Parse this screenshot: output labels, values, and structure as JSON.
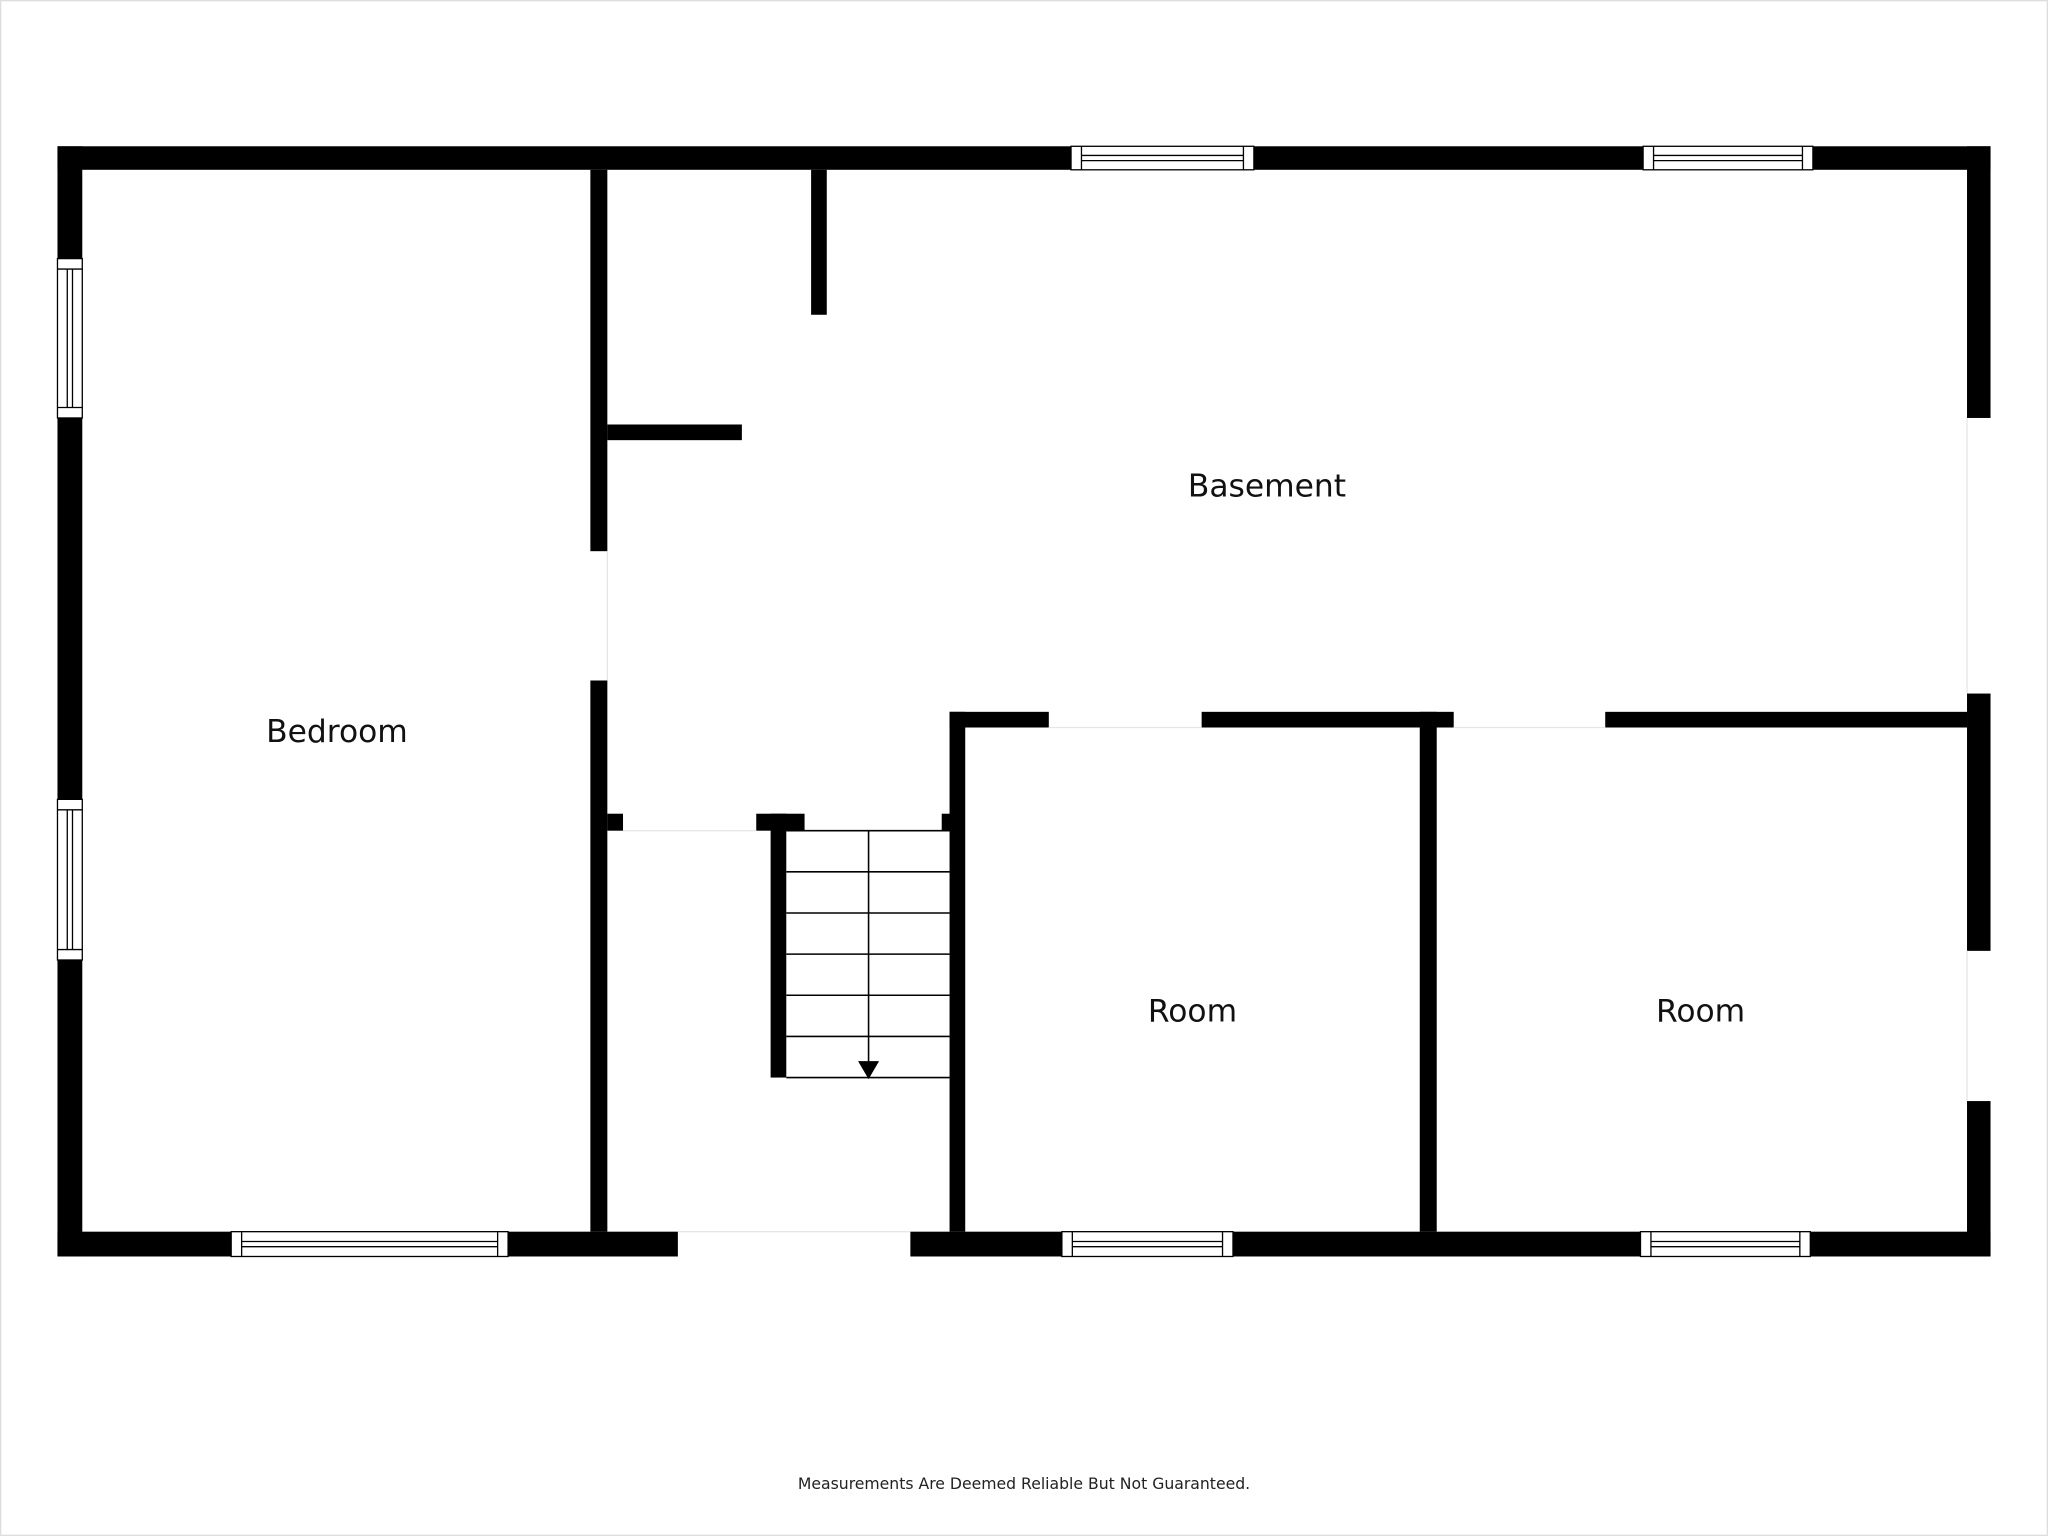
{
  "rooms": {
    "bedroom": "Bedroom",
    "basement": "Basement",
    "room1": "Room",
    "room2": "Room"
  },
  "footer": {
    "disclaimer": "Measurements Are Deemed Reliable But Not Guaranteed."
  },
  "colors": {
    "wall": "#000000",
    "background": "#ffffff"
  }
}
